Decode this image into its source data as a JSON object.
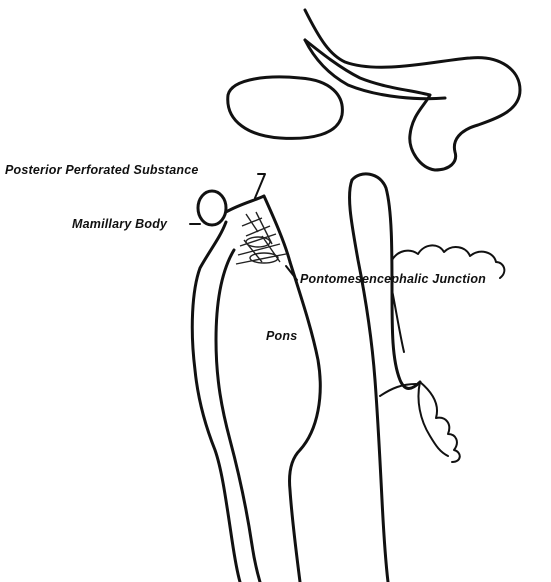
{
  "labels": {
    "posterior_perforated_substance": "Posterior Perforated Substance",
    "mamillary_body": "Mamillary Body",
    "pontomesencephalic_junction": "Pontomesencephalic Junction",
    "pons": "Pons"
  },
  "colors": {
    "ink": "#111111",
    "background": "#ffffff"
  }
}
